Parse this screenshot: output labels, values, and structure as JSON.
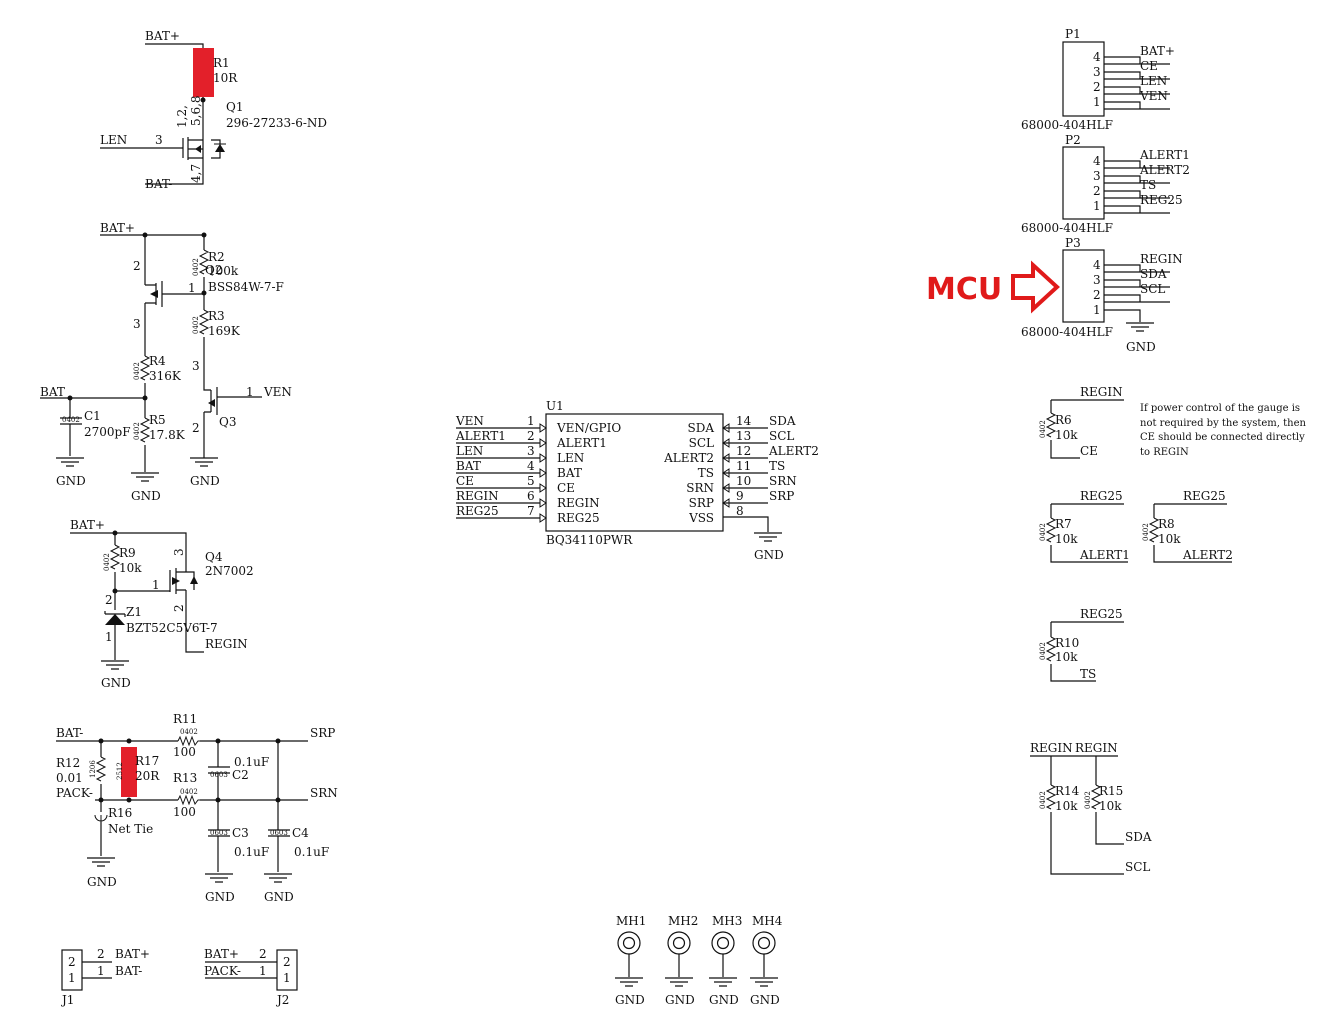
{
  "banner": {
    "text": "MCU",
    "color": "#e01a1a"
  },
  "highlight_color": "#e3202a",
  "nets": {
    "bat_plus": "BAT+",
    "bat_minus": "BAT-",
    "len": "LEN",
    "ven": "VEN",
    "bat": "BAT",
    "gnd": "GND",
    "regin": "REGIN",
    "reg25": "REG25",
    "ce": "CE",
    "alert1": "ALERT1",
    "alert2": "ALERT2",
    "ts": "TS",
    "sda": "SDA",
    "scl": "SCL",
    "srp": "SRP",
    "srn": "SRN",
    "pack_minus": "PACK-",
    "vssp": "VSS",
    "vengpio": "VEN/GPIO"
  },
  "components": {
    "R1": {
      "ref": "R1",
      "value": "10R"
    },
    "Q1": {
      "ref": "Q1",
      "value": "296-27233-6-ND",
      "pins_top": "1,2,",
      "pins_mid": "5,6,8",
      "pin_gate": "3",
      "pins_bot": "4,7"
    },
    "R2": {
      "ref": "R2",
      "value": "100k",
      "overlap": "Q2"
    },
    "Q2": {
      "value": "BSS84W-7-F",
      "pin_s": "2",
      "pin_g": "1",
      "pin_d": "3"
    },
    "R3": {
      "ref": "R3",
      "value": "169K"
    },
    "R4": {
      "ref": "R4",
      "value": "316K"
    },
    "R5": {
      "ref": "R5",
      "value": "17.8K"
    },
    "C1": {
      "ref": "C1",
      "value": "2700pF"
    },
    "Q3": {
      "ref": "Q3",
      "pin_d": "3",
      "pin_g": "1",
      "pin_s": "2"
    },
    "R9": {
      "ref": "R9",
      "value": "10k"
    },
    "Q4": {
      "ref": "Q4",
      "value": "2N7002",
      "pin_d": "3",
      "pin_g": "1",
      "pin_s": "2"
    },
    "Z1": {
      "ref": "Z1",
      "value": "BZT52C5V6T-7",
      "pin_a": "2",
      "pin_k": "1"
    },
    "R11": {
      "ref": "R11",
      "value": "100"
    },
    "R13": {
      "ref": "R13",
      "value": "100"
    },
    "R12": {
      "ref": "R12",
      "value": "0.01"
    },
    "R17": {
      "ref": "R17",
      "value": "20R"
    },
    "R16": {
      "ref": "R16",
      "value": "Net Tie"
    },
    "C2": {
      "ref": "C2",
      "value": "0.1uF"
    },
    "C3": {
      "ref": "C3",
      "value": "0.1uF"
    },
    "C4": {
      "ref": "C4",
      "value": "0.1uF"
    },
    "J1": {
      "ref": "J1"
    },
    "J2": {
      "ref": "J2"
    },
    "U1": {
      "ref": "U1",
      "part": "BQ34110PWR"
    },
    "P1": {
      "ref": "P1",
      "part": "68000-404HLF"
    },
    "P2": {
      "ref": "P2",
      "part": "68000-404HLF"
    },
    "P3": {
      "ref": "P3",
      "part": "68000-404HLF"
    },
    "R6": {
      "ref": "R6",
      "value": "10k"
    },
    "R7": {
      "ref": "R7",
      "value": "10k"
    },
    "R8": {
      "ref": "R8",
      "value": "10k"
    },
    "R10": {
      "ref": "R10",
      "value": "10k"
    },
    "R14": {
      "ref": "R14",
      "value": "10k"
    },
    "R15": {
      "ref": "R15",
      "value": "10k"
    },
    "MH1": {
      "ref": "MH1"
    },
    "MH2": {
      "ref": "MH2"
    },
    "MH3": {
      "ref": "MH3"
    },
    "MH4": {
      "ref": "MH4"
    }
  },
  "packages": {
    "p0402": "0402",
    "p0603": "0603",
    "p1206": "1206",
    "p2512": "2512"
  },
  "u1_left_pins": [
    {
      "net": "VEN",
      "num": "1",
      "name": "VEN/GPIO"
    },
    {
      "net": "ALERT1",
      "num": "2",
      "name": "ALERT1"
    },
    {
      "net": "LEN",
      "num": "3",
      "name": "LEN"
    },
    {
      "net": "BAT",
      "num": "4",
      "name": "BAT"
    },
    {
      "net": "CE",
      "num": "5",
      "name": "CE"
    },
    {
      "net": "REGIN",
      "num": "6",
      "name": "REGIN"
    },
    {
      "net": "REG25",
      "num": "7",
      "name": "REG25"
    }
  ],
  "u1_right_pins": [
    {
      "net": "SDA",
      "num": "14",
      "name": "SDA"
    },
    {
      "net": "SCL",
      "num": "13",
      "name": "SCL"
    },
    {
      "net": "ALERT2",
      "num": "12",
      "name": "ALERT2"
    },
    {
      "net": "TS",
      "num": "11",
      "name": "TS"
    },
    {
      "net": "SRN",
      "num": "10",
      "name": "SRN"
    },
    {
      "net": "SRP",
      "num": "9",
      "name": "SRP"
    },
    {
      "net": "",
      "num": "8",
      "name": "VSS"
    }
  ],
  "headers": {
    "P1": [
      {
        "num": "4",
        "net": "BAT+"
      },
      {
        "num": "3",
        "net": "CE"
      },
      {
        "num": "2",
        "net": "LEN"
      },
      {
        "num": "1",
        "net": "VEN"
      }
    ],
    "P2": [
      {
        "num": "4",
        "net": "ALERT1"
      },
      {
        "num": "3",
        "net": "ALERT2"
      },
      {
        "num": "2",
        "net": "TS"
      },
      {
        "num": "1",
        "net": "REG25"
      }
    ],
    "P3": [
      {
        "num": "4",
        "net": "REGIN"
      },
      {
        "num": "3",
        "net": "SDA"
      },
      {
        "num": "2",
        "net": "SCL"
      },
      {
        "num": "1",
        "net": ""
      }
    ]
  },
  "j1_pins": [
    {
      "num": "2",
      "net": "BAT+"
    },
    {
      "num": "1",
      "net": "BAT-"
    }
  ],
  "j2_pins": [
    {
      "num": "2",
      "net": "BAT+"
    },
    {
      "num": "1",
      "net": "PACK-"
    }
  ],
  "note": {
    "line1": "If power control of the gauge is",
    "line2": "not required by the system, then",
    "line3": "CE should be connected directly",
    "line4": "to REGIN"
  },
  "pinnums": {
    "n1": "1",
    "n2": "2",
    "n3": "3"
  }
}
